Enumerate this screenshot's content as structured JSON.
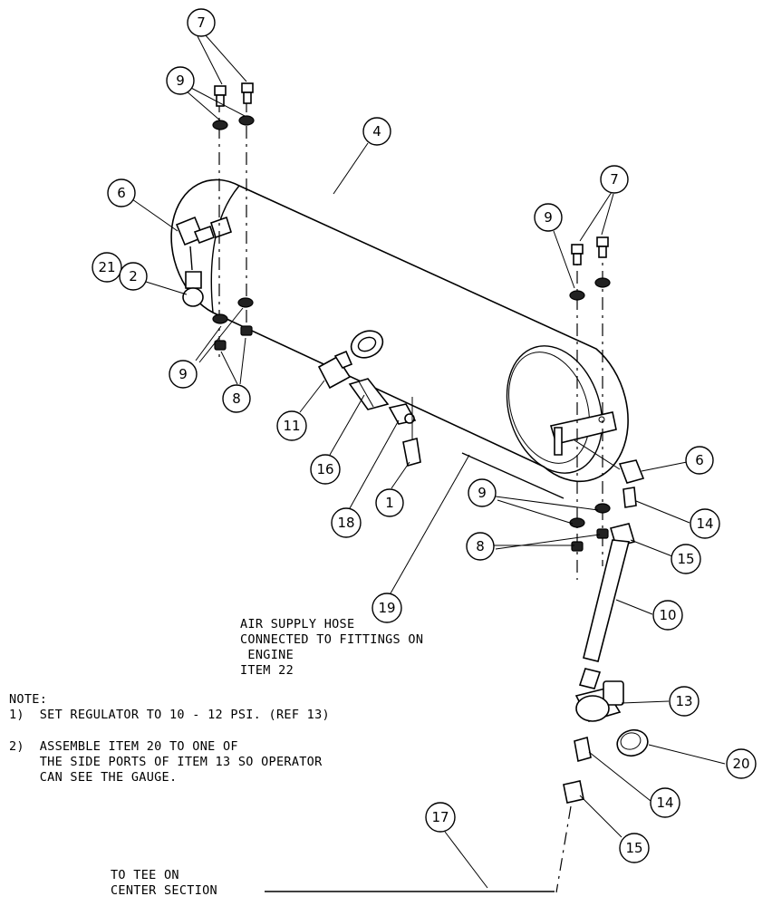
{
  "callouts": {
    "b7a": "7",
    "b9a": "9",
    "b4": "4",
    "b7b": "7",
    "b9b": "9",
    "b6a": "6",
    "b21": "21",
    "b2": "2",
    "b9c": "9",
    "b8a": "8",
    "b11": "11",
    "b16": "16",
    "b18": "18",
    "b1": "1",
    "b6b": "6",
    "b9d": "9",
    "b14a": "14",
    "b8b": "8",
    "b15a": "15",
    "b19": "19",
    "b10": "10",
    "b13": "13",
    "b20": "20",
    "b14b": "14",
    "b17": "17",
    "b15b": "15"
  },
  "hose_note": [
    "AIR SUPPLY HOSE",
    "CONNECTED TO FITTINGS ON",
    " ENGINE",
    "ITEM 22"
  ],
  "note": [
    "NOTE:",
    "1)  SET REGULATOR TO 10 - 12 PSI. (REF 13)",
    "2)  ASSEMBLE ITEM 20 TO ONE OF",
    "    THE SIDE PORTS OF ITEM 13 SO OPERATOR",
    "    CAN SEE THE GAUGE."
  ],
  "tee_note": [
    "TO TEE ON",
    "CENTER SECTION"
  ]
}
